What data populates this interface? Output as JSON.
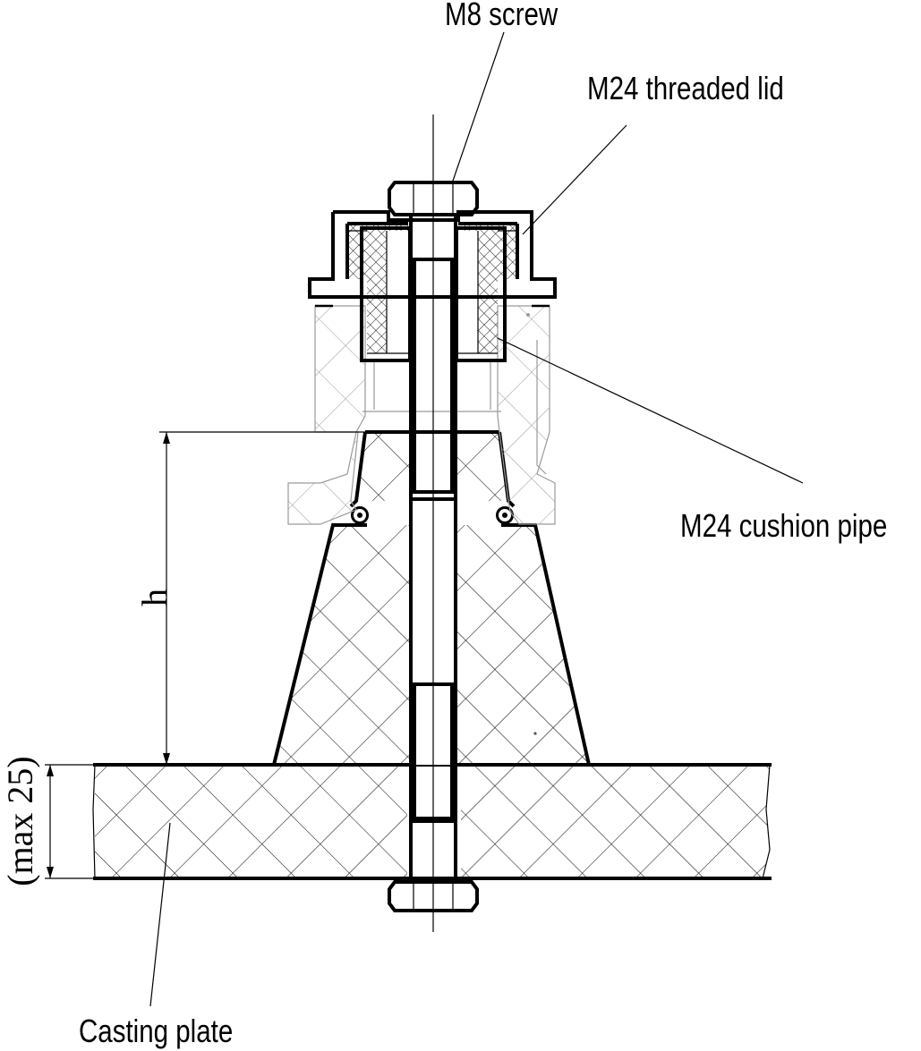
{
  "labels": {
    "m8_screw": "M8 screw",
    "m24_threaded_lid": "M24 threaded lid",
    "m24_cushion_pipe": "M24 cushion pipe",
    "casting_plate": "Casting plate"
  },
  "dimensions": {
    "height": "h",
    "plate_thickness": "(max  25)"
  },
  "colors": {
    "line": "#000000",
    "background": "#ffffff"
  }
}
